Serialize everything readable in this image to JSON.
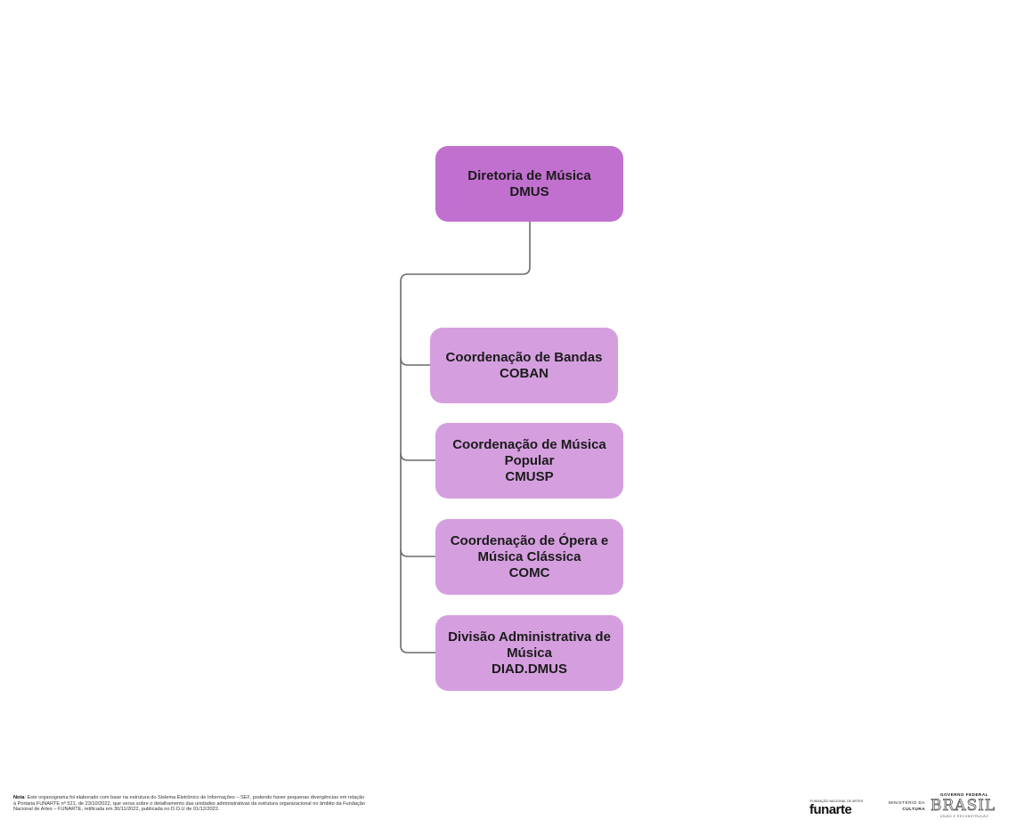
{
  "org_chart": {
    "root": {
      "name": "Diretoria de Música",
      "acronym": "DMUS"
    },
    "children": [
      {
        "lines": [
          "Coordenação de Bandas"
        ],
        "acronym": "COBAN"
      },
      {
        "lines": [
          "Coordenação de Música",
          "Popular"
        ],
        "acronym": "CMUSP"
      },
      {
        "lines": [
          "Coordenação de Ópera e",
          "Música Clássica"
        ],
        "acronym": "COMC"
      },
      {
        "lines": [
          "Divisão Administrativa de",
          "Música"
        ],
        "acronym": "DIAD.DMUS"
      }
    ]
  },
  "colors": {
    "root_fill": "#c270d0",
    "child_fill": "#d59fdf",
    "connector": "#6b6b6b"
  },
  "footer": {
    "note_label": "Nota",
    "note_text": ": Este organograma foi elaborado com base na estrutura do Sistema Eletrônico de Informações – SEI!, podendo haver pequenas divergências em relação à Portaria FUNARTE nº 521, de 23/10/2022, que versa sobre o detalhamento das unidades administrativas da estrutura organizacional no âmbito da Fundação Nacional de Artes – FUNARTE, retificada em 30/11/2022, publicada no D.O.U de 01/12/2022.",
    "logos": {
      "funarte_caption": "FUNDAÇÃO NACIONAL DE ARTES",
      "funarte": "funarte",
      "ministry_line1": "MINISTÉRIO DA",
      "ministry_line2": "CULTURA",
      "gov_top": "GOVERNO FEDERAL",
      "gov_mark": "BRASIL",
      "gov_bottom": "UNIÃO E RECONSTRUÇÃO"
    }
  }
}
